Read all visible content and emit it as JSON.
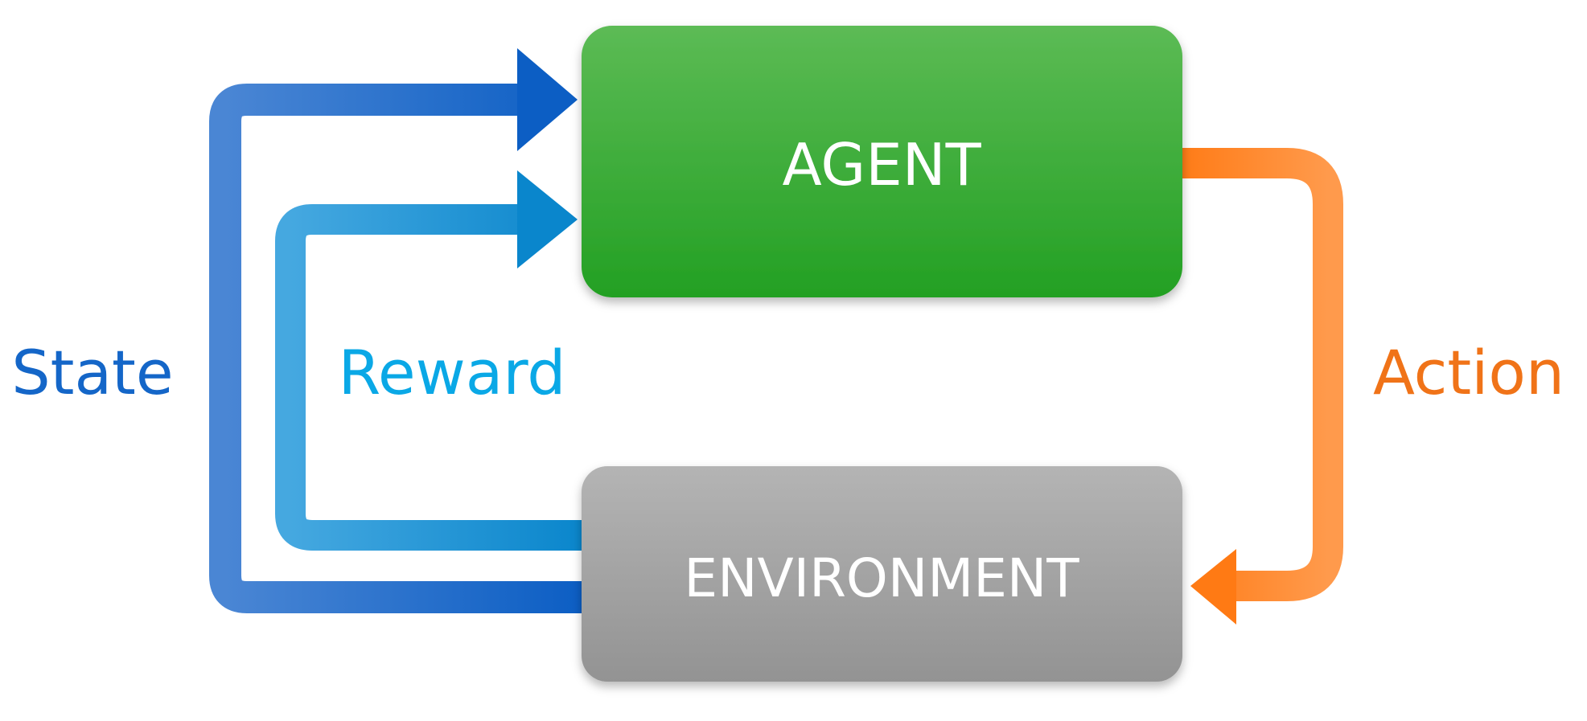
{
  "nodes": {
    "agent": {
      "label": "AGENT"
    },
    "environment": {
      "label": "ENVIRONMENT"
    }
  },
  "edges": {
    "state": {
      "label": "State",
      "color": "#1466c8"
    },
    "reward": {
      "label": "Reward",
      "color": "#0aa8e6"
    },
    "action": {
      "label": "Action",
      "color": "#f07318"
    }
  },
  "colors": {
    "agent_fill": "#38a838",
    "environment_fill": "#a6a6a6",
    "state_arrow": "#1a64c8",
    "reward_arrow": "#2a9ad8",
    "action_arrow": "#ff7a1a"
  }
}
